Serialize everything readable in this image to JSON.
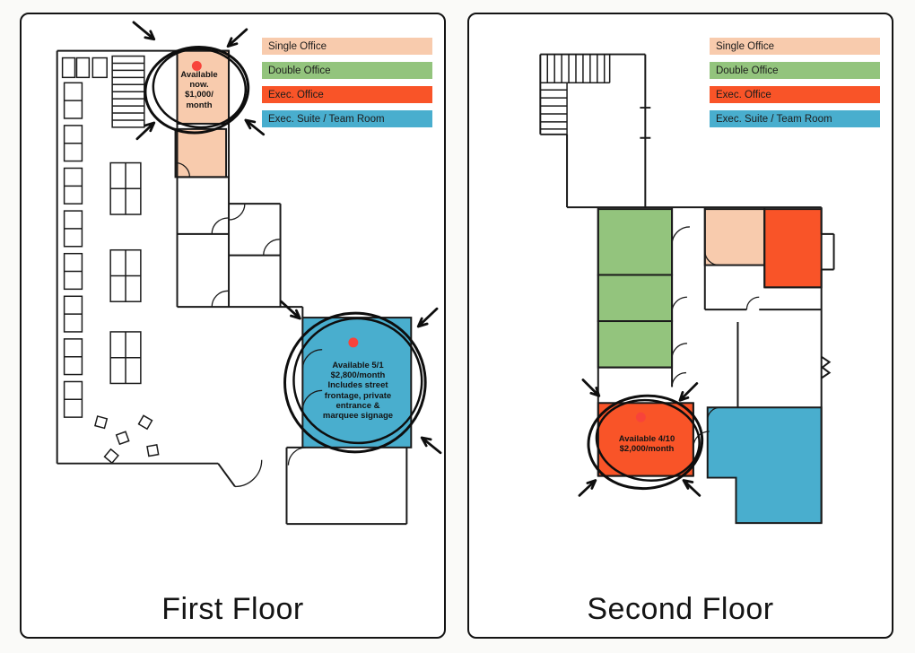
{
  "colors": {
    "single_office": "#F8CBAD",
    "double_office": "#93C47D",
    "exec_office": "#F95428",
    "exec_suite": "#49AECE",
    "marker": "#F8433A",
    "ink": "#1a1a1a"
  },
  "legend": {
    "items": [
      {
        "label": "Single Office"
      },
      {
        "label": "Double Office"
      },
      {
        "label": "Exec. Office"
      },
      {
        "label": "Exec. Suite / Team Room"
      }
    ]
  },
  "first_floor": {
    "title": "First Floor",
    "notes": {
      "single_office": "Available\nnow.\n$1,000/\nmonth",
      "exec_suite": "Available 5/1\n$2,800/month\nIncludes street\nfrontage, private\nentrance &\nmarquee signage"
    }
  },
  "second_floor": {
    "title": "Second Floor",
    "notes": {
      "exec_office": "Available 4/10\n$2,000/month"
    }
  }
}
